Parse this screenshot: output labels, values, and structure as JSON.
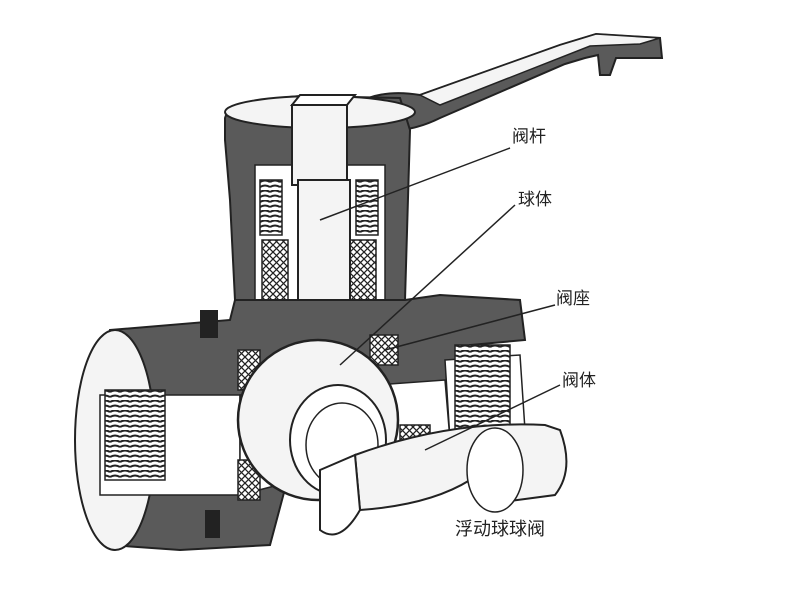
{
  "labels": {
    "stem": "阀杆",
    "ball": "球体",
    "seat": "阀座",
    "body": "阀体"
  },
  "caption": "浮动球球阀",
  "colors": {
    "ink": "#222222",
    "section": "#5a5a5a",
    "metal": "#f4f4f4",
    "background": "#ffffff"
  }
}
